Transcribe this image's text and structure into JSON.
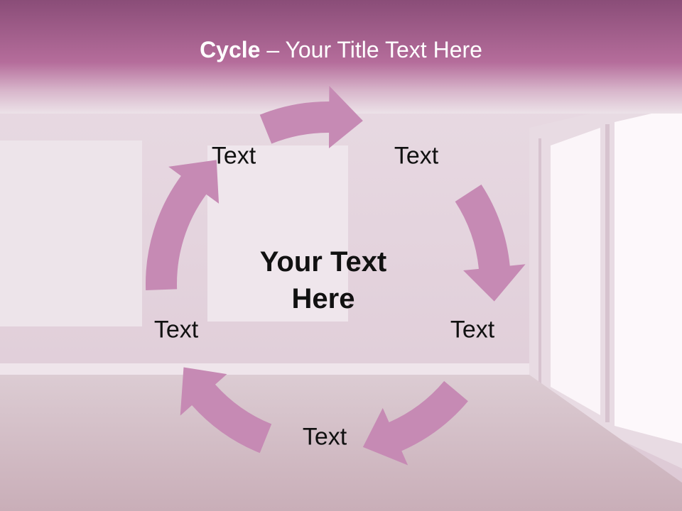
{
  "title": {
    "bold": "Cycle",
    "rest": " – Your Title Text Here"
  },
  "center_text": [
    "Your Text",
    "Here"
  ],
  "steps": [
    {
      "label": "Text"
    },
    {
      "label": "Text"
    },
    {
      "label": "Text"
    },
    {
      "label": "Text"
    },
    {
      "label": "Text"
    }
  ],
  "colors": {
    "arrow": "#c68ab4",
    "title_bar": "#b56d9b",
    "title_text": "#ffffff"
  }
}
